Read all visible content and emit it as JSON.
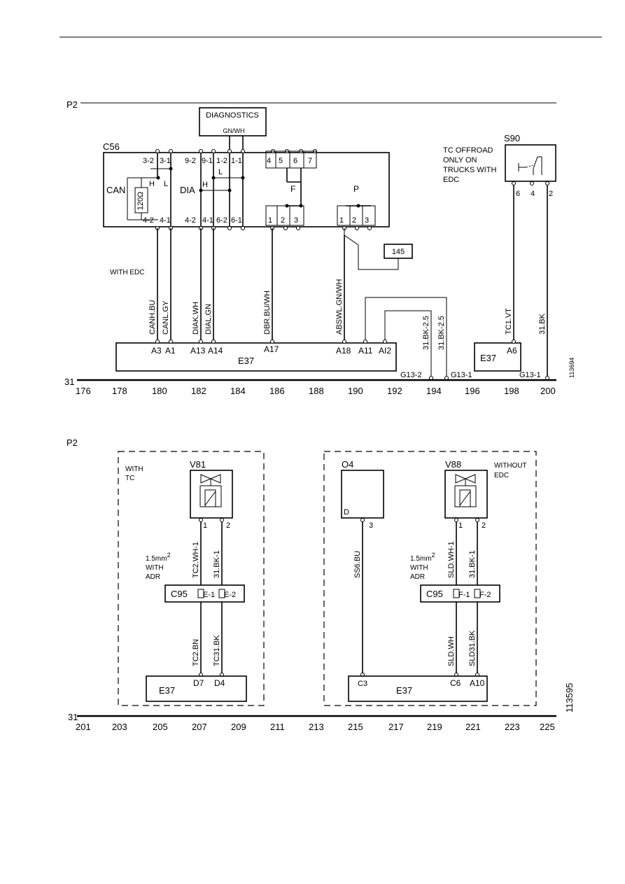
{
  "top": {
    "supply": "P2",
    "ground": "31",
    "diagnostics": {
      "title": "DIAGNOSTICS",
      "wire": "GN/WH"
    },
    "c56": {
      "id": "C56",
      "can_label": "CAN",
      "dia_label": "DIA",
      "f_label": "F",
      "p_label": "P",
      "resistor": "120Ω",
      "h1": "H",
      "l1": "L",
      "h2": "H",
      "l2": "L",
      "pins_top": [
        "3-2",
        "3-1",
        "9-2",
        "9-1",
        "1-2",
        "1-1",
        "4",
        "5",
        "6",
        "7"
      ],
      "pins_bottom": [
        "4-2",
        "4-1",
        "4-2",
        "4-1",
        "6-2",
        "6-1",
        "1",
        "2",
        "3",
        "1",
        "2",
        "3"
      ]
    },
    "ref_145": "145",
    "with_edc": "WITH EDC",
    "wires": [
      "CANH.BU",
      "CANL.GY",
      "DIAK.WH",
      "DIAL.GN",
      "DBR.BU/WH",
      "ABSWL.GN/WH",
      "31.BK-2.5",
      "31.BK-2.5",
      "TC1.VT",
      "31.BK"
    ],
    "e37_main": {
      "id": "E37",
      "pins": [
        "A3",
        "A1",
        "A13",
        "A14",
        "A17",
        "A18",
        "A11",
        "AI2"
      ]
    },
    "e37_small": {
      "id": "E37",
      "pin": "A6"
    },
    "s90": {
      "id": "S90",
      "note": [
        "TC OFFROAD",
        "ONLY ON",
        "TRUCKS WITH",
        "EDC"
      ],
      "pins": [
        "6",
        "4",
        "2"
      ]
    },
    "grounds": [
      "G13-2",
      "G13-1",
      "G13-1"
    ],
    "scale": [
      "176",
      "178",
      "180",
      "182",
      "184",
      "186",
      "188",
      "190",
      "192",
      "194",
      "196",
      "198",
      "200"
    ],
    "figure_id": "113694"
  },
  "bottom": {
    "supply": "P2",
    "ground": "31",
    "left_group": {
      "condition": [
        "WITH",
        "TC"
      ],
      "valve": "V81",
      "valve_pins": [
        "1",
        "2"
      ],
      "note": [
        "1.5mm",
        "WITH",
        "ADR"
      ],
      "note_sup": "2",
      "wires_top": [
        "TC2.WH-1",
        "31.BK-1"
      ],
      "connector": {
        "id": "C95",
        "pins": [
          "E-1",
          "E-2"
        ]
      },
      "wires_bottom": [
        "TC2.BN",
        "TC31.BK"
      ],
      "ecu": {
        "id": "E37",
        "pins": [
          "D7",
          "D4"
        ]
      }
    },
    "right_group": {
      "condition": [
        "WITHOUT",
        "EDC"
      ],
      "sensor": {
        "id": "O4",
        "inner": "D",
        "pin": "3"
      },
      "sensor_wire": "SS6.BU",
      "valve": "V88",
      "valve_pins": [
        "1",
        "2"
      ],
      "note": [
        "1.5mm",
        "WITH",
        "ADR"
      ],
      "note_sup": "2",
      "wires_top": [
        "SLD.WH-1",
        "31.BK-1"
      ],
      "connector": {
        "id": "C95",
        "pins": [
          "F-1",
          "F-2"
        ]
      },
      "wires_bottom": [
        "SLD.WH",
        "SLD31.BK"
      ],
      "ecu": {
        "id": "E37",
        "pins": [
          "C3",
          "C6",
          "A10"
        ]
      }
    },
    "scale": [
      "201",
      "203",
      "205",
      "207",
      "209",
      "211",
      "213",
      "215",
      "217",
      "219",
      "221",
      "223",
      "225"
    ],
    "figure_id": "113595"
  }
}
